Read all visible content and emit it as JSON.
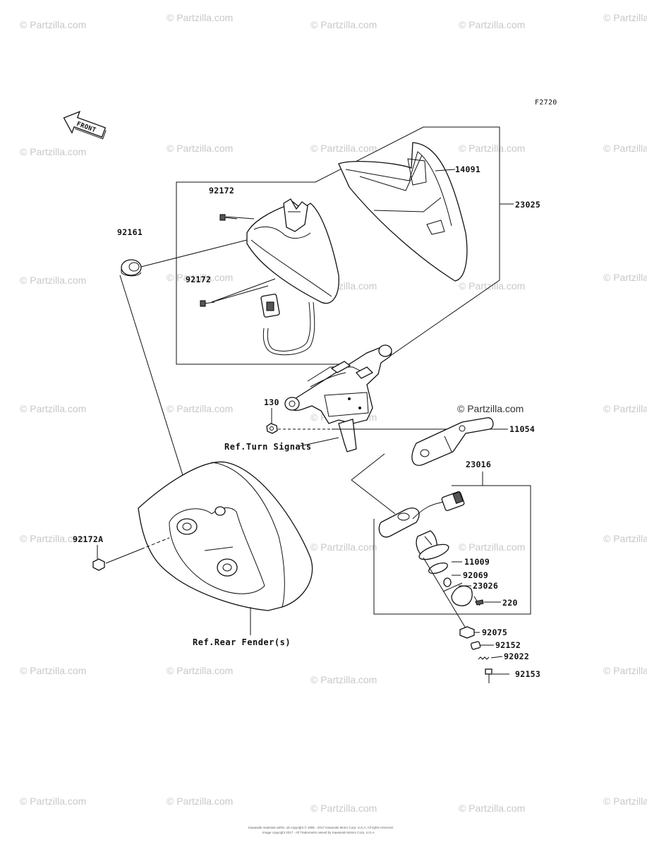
{
  "figure_code": "F2720",
  "front_arrow_label": "FRONT",
  "watermark": "© Partzilla.com",
  "callouts": {
    "p14091": "14091",
    "p23025": "23025",
    "p92172_top": "92172",
    "p92161": "92161",
    "p92172_mid": "92172",
    "p130": "130",
    "p11054": "11054",
    "ref_turn_signals": "Ref.Turn Signals",
    "p23016": "23016",
    "p92172A": "92172A",
    "p11009": "11009",
    "p92069": "92069",
    "p23026": "23026",
    "p220": "220",
    "p92075": "92075",
    "p92152": "92152",
    "p92022": "92022",
    "p92153": "92153",
    "ref_rear_fender": "Ref.Rear Fender(s)"
  },
  "copyright_line1": "Kawasaki materials within, all copyright © 1996 - 2017 Kawasaki Motor Corp. U.S.A. All rights reserved.",
  "copyright_line2": "Image copyright 2017 - All Trademarks owned by Kawasaki Motors Corp. U.S.A."
}
